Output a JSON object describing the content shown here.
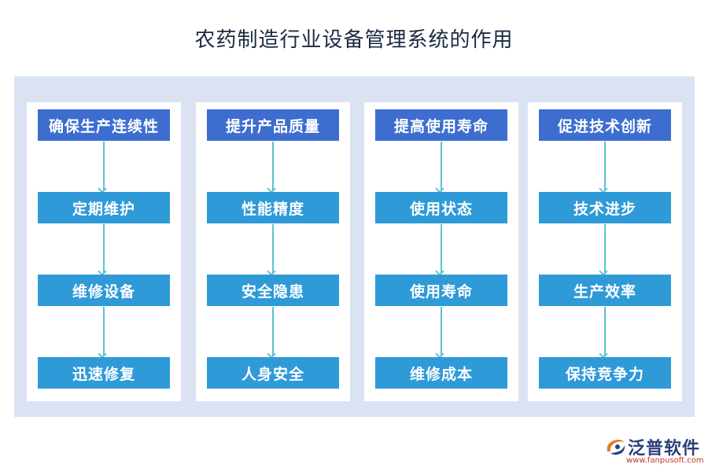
{
  "title": "农药制造行业设备管理系统的作用",
  "columns": [
    {
      "header": "确保生产连续性",
      "steps": [
        "定期维护",
        "维修设备",
        "迅速修复"
      ]
    },
    {
      "header": "提升产品质量",
      "steps": [
        "性能精度",
        "安全隐患",
        "人身安全"
      ]
    },
    {
      "header": "提高使用寿命",
      "steps": [
        "使用状态",
        "使用寿命",
        "维修成本"
      ]
    },
    {
      "header": "促进技术创新",
      "steps": [
        "技术进步",
        "生产效率",
        "保持竞争力"
      ]
    }
  ],
  "logo": {
    "name": "泛普软件",
    "url": "www.fanpusoft.com"
  },
  "colors": {
    "header": "#3d6ecf",
    "step": "#2f9ad8",
    "arrow": "#5cc2d4",
    "panel": "#dbe3f3"
  }
}
